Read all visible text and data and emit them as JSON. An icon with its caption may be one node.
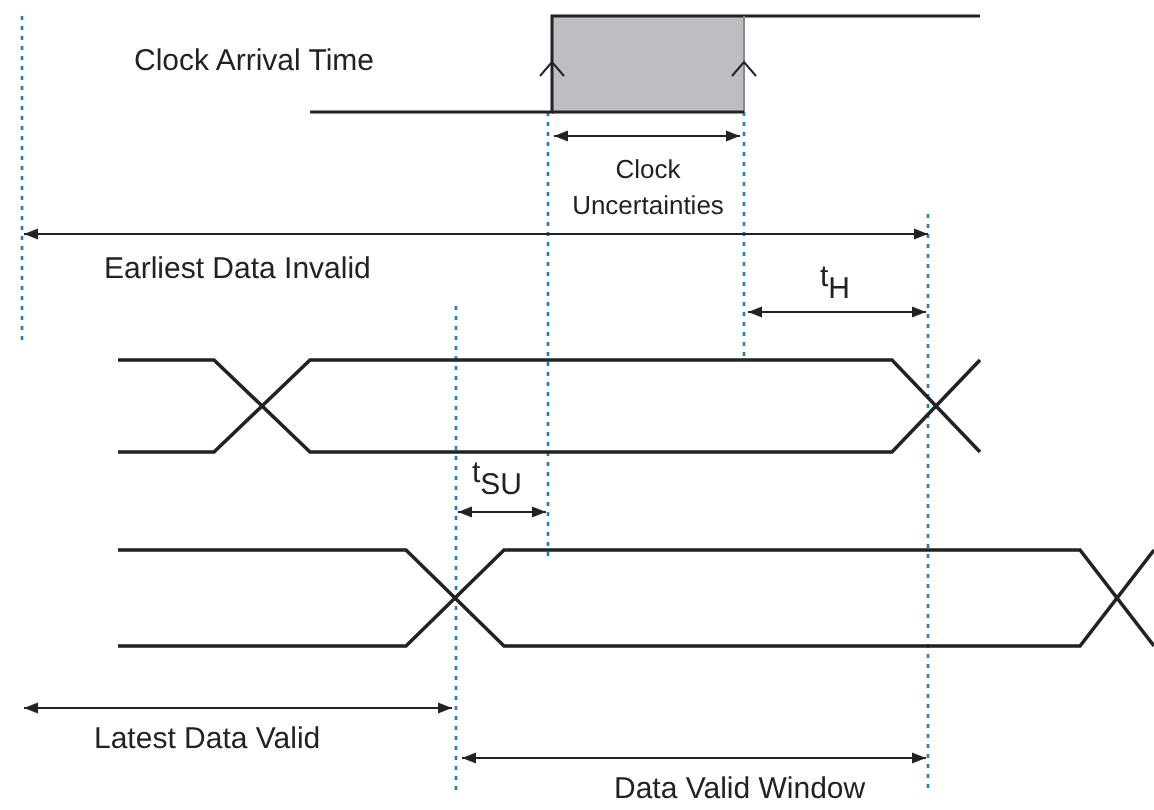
{
  "diagram": {
    "labels": [
      "Clock Arrival Time",
      "Clock Uncertainties",
      "Earliest Data Invalid",
      "t$_{H}$",
      "t$_{SU}$",
      "Latest Data Valid",
      "Data Valid Window"
    ]
  }
}
